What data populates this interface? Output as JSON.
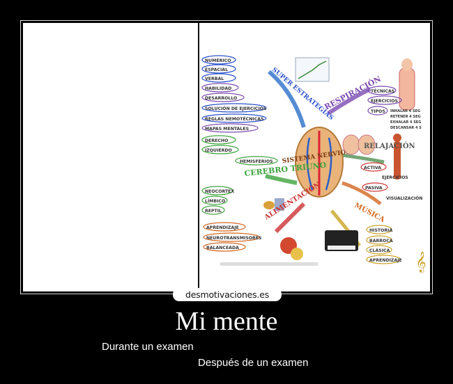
{
  "watermark": "desmotivaciones.es",
  "title": "Mi mente",
  "caption_1": "Durante un examen",
  "caption_2": "Después de un examen",
  "mindmap": {
    "left_list": [
      "NUMÉRICO",
      "ESPACIAL",
      "VERBAL",
      "HABILIDAD",
      "DESARROLLO",
      "SOLUCIÓN DE EJERCICIOS",
      "REGLAS NEMOTÉCNICAS",
      "MAPAS MENTALES",
      "DERECHO",
      "IZQUIERDO"
    ],
    "hemisferios": "HEMISFERIOS",
    "cerebro_triuno": "CEREBRO TRIUNO",
    "triuno_list": [
      "NEOCORTEX",
      "LÍMBICO",
      "REPTIL"
    ],
    "alimentacion": "ALIMENTACIÓN",
    "alimentacion_list": [
      "APRENDIZAJE",
      "NEUROTRANSMISORES",
      "BALANCEADA"
    ],
    "super_estrategias": "SUPER ESTRATEGIAS",
    "respiracion": "RESPIRACIÓN",
    "respiracion_list": [
      "TÉCNICAS",
      "EJERCICIOS",
      "TIPOS"
    ],
    "tipos_list": [
      "INHALAR 4 SEG",
      "RETENER 4 SEG",
      "EXHALAR 4 SEG",
      "DESCANSAR 4 S"
    ],
    "relajacion": "RELAJACIÓN",
    "relajacion_list": [
      "ACTIVA",
      "EJERCICIOS",
      "PASIVA",
      "VISUALIZACIÓN"
    ],
    "musica": "MÚSICA",
    "musica_list": [
      "HISTORIA",
      "BARROCA",
      "CLÁSICA",
      "APRENDIZAJE"
    ],
    "center": "SISTEMA NERVIOSO"
  }
}
